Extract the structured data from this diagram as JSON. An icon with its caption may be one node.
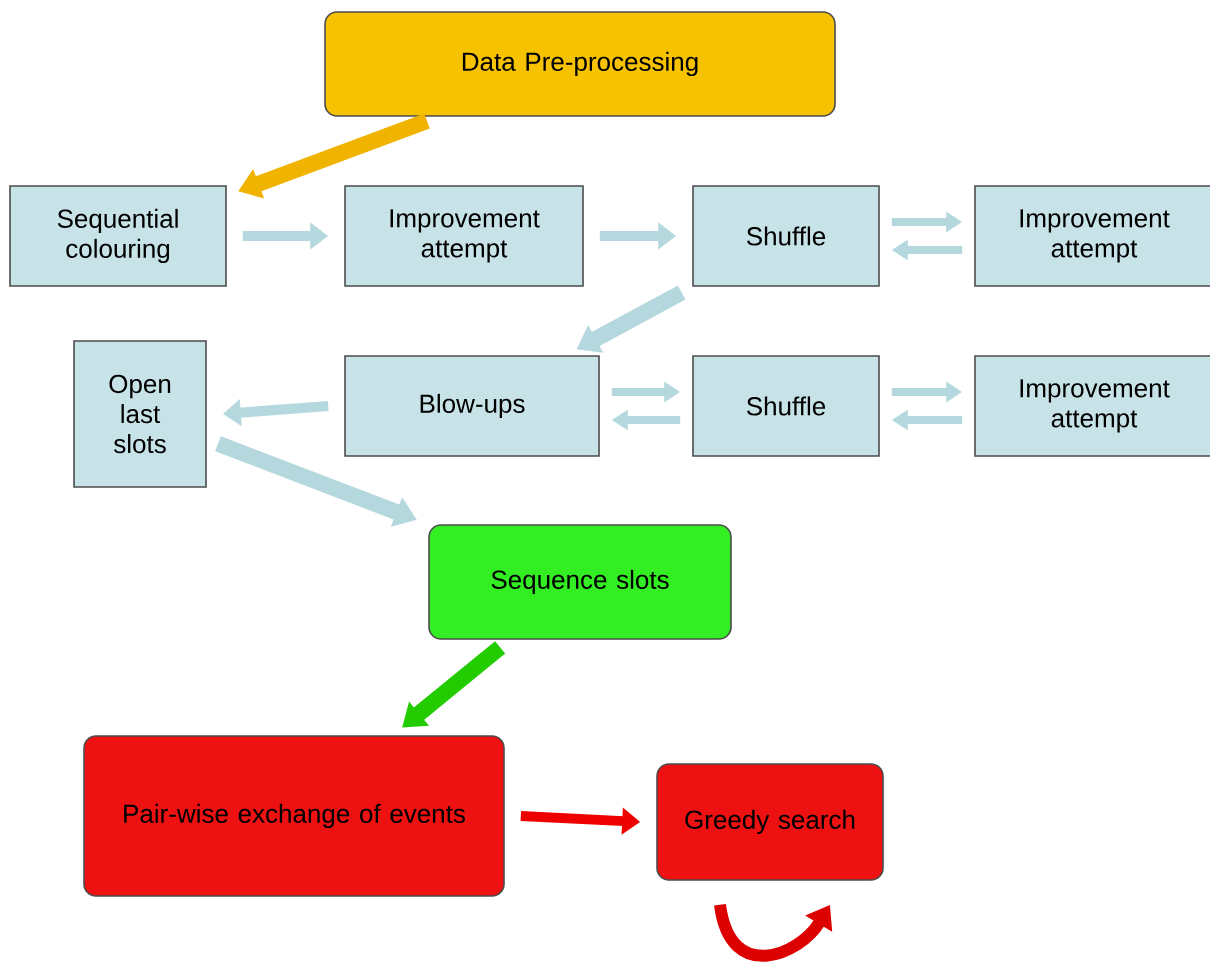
{
  "diagram": {
    "nodes": [
      {
        "text": [
          "Data Pre-processing"
        ]
      },
      {
        "text": [
          "Sequential colouring"
        ]
      },
      {
        "text": [
          "Improvement attempt"
        ]
      },
      {
        "text": [
          "Shuffle"
        ]
      },
      {
        "text": [
          "Improvement attempt"
        ]
      },
      {
        "text": [
          "Open last slots"
        ]
      },
      {
        "text": [
          "Blow-ups"
        ]
      },
      {
        "text": [
          "Shuffle"
        ]
      },
      {
        "text": [
          "Improvement attempt"
        ]
      },
      {
        "text": [
          "Sequence slots"
        ]
      },
      {
        "text": [
          "Pair-wise exchange of events"
        ]
      },
      {
        "text": [
          "Greedy search"
        ]
      }
    ],
    "edges": [
      {
        "from": 0,
        "to": 1,
        "arrow": "to",
        "color": "#f0b400"
      },
      {
        "from": 1,
        "to": 2,
        "arrow": "to"
      },
      {
        "from": 2,
        "to": 3,
        "arrow": "to"
      },
      {
        "from": 3,
        "to": 4,
        "arrow": "to"
      },
      {
        "from": 4,
        "to": 3,
        "arrow": "to"
      },
      {
        "from": 3,
        "to": 6,
        "arrow": "to"
      },
      {
        "from": 6,
        "to": 5,
        "arrow": "to"
      },
      {
        "from": 6,
        "to": 7,
        "arrow": "to"
      },
      {
        "from": 7,
        "to": 6,
        "arrow": "to"
      },
      {
        "from": 7,
        "to": 8,
        "arrow": "to"
      },
      {
        "from": 8,
        "to": 7,
        "arrow": "to"
      },
      {
        "from": 5,
        "to": 9,
        "arrow": "to"
      },
      {
        "from": 9,
        "to": 10,
        "arrow": "to",
        "color": "#22cc00"
      },
      {
        "from": 10,
        "to": 11,
        "arrow": "to",
        "color": "#ee0000"
      },
      {
        "from": 11,
        "to": 11,
        "arrow": "to",
        "color": "#dd0000"
      }
    ]
  }
}
